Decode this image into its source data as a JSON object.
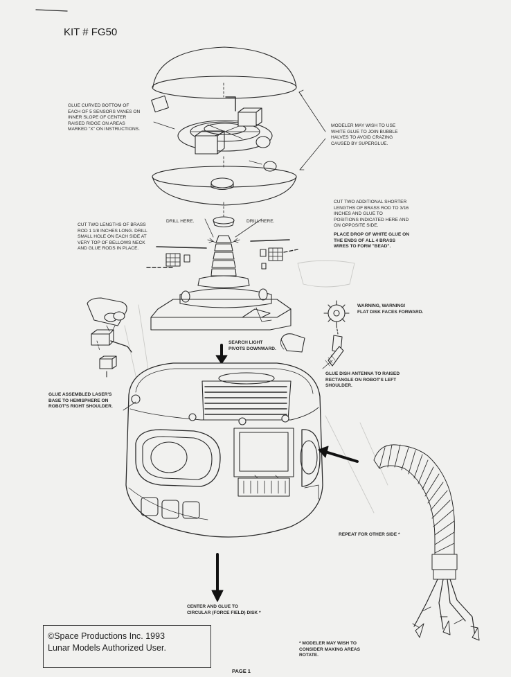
{
  "header": {
    "kit_number": "KIT #  FG50"
  },
  "notes": {
    "glue_sensors": "GLUE CURVED BOTTOM OF\nEACH OF 5 SENSORS VANES ON\nINNER SLOPE OF CENTER\nRAISED RIDGE ON AREAS\nMARKED \"X\" ON INSTRUCTIONS.",
    "white_glue": "MODELER MAY WISH TO USE\nWHITE GLUE TO JOIN BUBBLE\nHALVES TO AVOID CRAZING\nCAUSED BY SUPERGLUE.",
    "brass_rod": "CUT TWO LENGTHS OF BRASS\nROD 1 1/8 INCHES LONG.  DRILL\nSMALL HOLE ON EACH SIDE AT\nVERY TOP OF BELLOWS NECK\nAND GLUE RODS IN PLACE.",
    "shorter_rods": "CUT TWO ADDITIONAL SHORTER\nLENGTHS OF BRASS ROD TO 3/16\nINCHES AND GLUE TO\nPOSITIONS INDICATED HERE AND\nON OPPOSITE SIDE.",
    "bead": "PLACE DROP OF WHITE GLUE ON\nTHE ENDS OF ALL 4 BRASS\nWIRES TO FORM \"BEAD\".",
    "drill_left": "DRILL HERE.",
    "drill_right": "DRILL HERE.",
    "warning": "WARNING, WARNING!\nFLAT DISK FACES FORWARD.",
    "search_light": "SEARCH LIGHT\nPIVOTS DOWNWARD.",
    "dish_antenna": "GLUE DISH ANTENNA TO RAISED\nRECTANGLE ON ROBOT'S LEFT\nSHOULDER.",
    "laser_base": "GLUE ASSEMBLED LASER'S\nBASE TO HEMISPHERE ON\nROBOT'S RIGHT SHOULDER.",
    "repeat": "REPEAT FOR OTHER SIDE *",
    "center_glue": "CENTER AND GLUE TO\nCIRCULAR (FORCE FIELD) DISK *",
    "modeler_rotate": "* MODELER MAY WISH TO\nCONSIDER MAKING AREAS\nROTATE."
  },
  "copyright": {
    "line1": "©Space Productions Inc. 1993",
    "line2": "Lunar Models Authorized User."
  },
  "footer": {
    "page": "PAGE 1"
  }
}
